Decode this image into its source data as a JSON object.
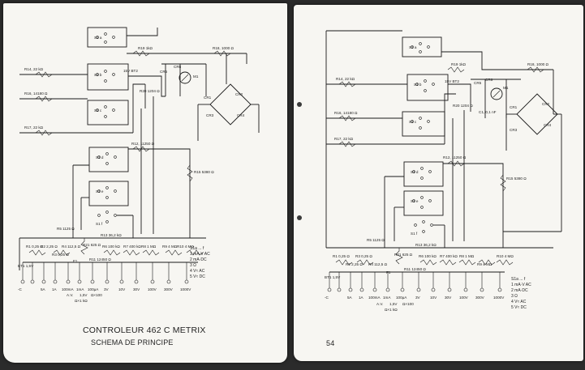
{
  "left_page": {
    "title": "CONTROLEUR 462 C METRIX",
    "subtitle": "SCHEMA DE PRINCIPE",
    "resistors": {
      "r14": "R14, 22 kΩ",
      "r16": "R16, 14180 Ω",
      "r17": "R17, 22 kΩ",
      "r19": "R19 1kΩ",
      "r18": "R18, 1000 Ω",
      "r20": "R20 1204 Ω",
      "r12": "R12, 11250 Ω",
      "r15": "R15 5380 Ω",
      "r5": "R5 1125 Ω",
      "r13": "R13 36,2 kΩ",
      "r21": "R21 625 Ω",
      "r11": "R11 12450 Ω",
      "r1": "R1 0,25 Ω",
      "r2": "R2 2,25 Ω",
      "r3": "R3 0,25 Ω",
      "r4": "R4 112,5 Ω",
      "r6": "R6 100 kΩ",
      "r7": "R7 400 kΩ",
      "r8": "R8 1 MΩ",
      "r9": "R9 4 MΩ",
      "r10": "R10 4 MΩ"
    },
    "components": {
      "bt2": "15V BT2",
      "bt1": "BT1 1,5V",
      "cr1": "CR1",
      "cr2": "CR2",
      "cr3": "CR3",
      "cr4": "CR4",
      "cr5": "CR5",
      "cr6": "CR6",
      "m1": "M1",
      "f1": "F1"
    },
    "switches": [
      "S1 a",
      "S1 b",
      "S1 c",
      "S1 d",
      "S1 e",
      "S1 f"
    ],
    "terminals": [
      "-C",
      "5A",
      "1A",
      "100mA",
      "1mA",
      "100μA",
      "3V",
      "10V",
      "30V",
      "100V",
      "300V",
      "1000V"
    ],
    "terminal_notes": {
      "a": "A.V.",
      "b": "1,5V",
      "c": "Ω×100",
      "d": "Ω×1 kΩ"
    },
    "legend_title": "S1a ... f",
    "legend": [
      "1  mA·V AC",
      "2  mA·DC",
      "3  Ω",
      "4  V≈ AC",
      "5  V≈ DC"
    ]
  },
  "right_page": {
    "page_number": "54",
    "resistors": {
      "r14": "R14, 22 kΩ",
      "r16": "R16, 14180 Ω",
      "r17": "R17, 22 kΩ",
      "r19": "R19 1kΩ",
      "r18": "R18, 1000 Ω",
      "r20": "R20 1204 Ω",
      "r12": "R12, 11250 Ω",
      "r15": "R15 5380 Ω",
      "r5": "R5 1125 Ω",
      "r13": "R13 36,2 kΩ",
      "r21": "R21 625 Ω",
      "r11": "R11 12450 Ω",
      "r1": "R1 0,25 Ω",
      "r2": "R2 2,25 Ω",
      "r3": "R3 0,25 Ω",
      "r4": "R4 112,5 Ω",
      "r6": "R6 100 kΩ",
      "r7": "R7 400 kΩ",
      "r8": "R8 1 MΩ",
      "r9": "R9 4 MΩ",
      "r10": "R10 4 MΩ"
    },
    "components": {
      "bt2": "15V BT2",
      "bt1": "BT1 1,5V",
      "cr1": "CR1",
      "cr2": "CR2",
      "cr3": "CR3",
      "cr4": "CR4",
      "cr5": "CR5",
      "cr6": "CR6",
      "m1": "M1",
      "c1": "C1, 0,1 nF",
      "f1": "F1"
    },
    "switches": [
      "S1 a",
      "S1 b",
      "S1 c",
      "S1 d",
      "S1 e",
      "S1 f"
    ],
    "terminals": [
      "-C",
      "5A",
      "1A",
      "100mA",
      "1mA",
      "100μA",
      "3V",
      "10V",
      "30V",
      "100V",
      "300V",
      "1000V"
    ],
    "terminal_notes": {
      "a": "A.V.",
      "b": "1,5V",
      "c": "Ω×100",
      "d": "Ω×1 kΩ"
    },
    "legend_title": "S1a ... f",
    "legend": [
      "1  mA·V AC",
      "2  mA·DC",
      "3  Ω",
      "4  V≈ AC",
      "5  V≈ DC"
    ]
  }
}
